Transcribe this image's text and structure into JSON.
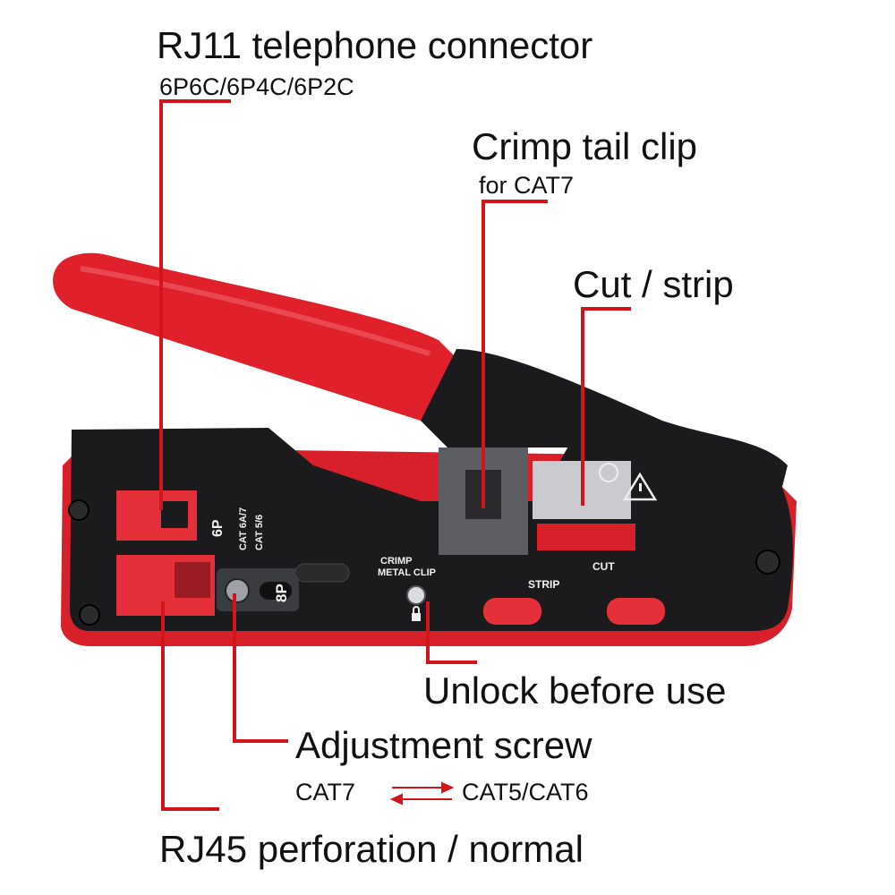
{
  "labels": {
    "rj11_title": "RJ11 telephone connector",
    "rj11_sub": "6P6C/6P4C/6P2C",
    "crimp_title": "Crimp tail clip",
    "crimp_sub": "for CAT7",
    "cut_title": "Cut / strip",
    "unlock_title": "Unlock before use",
    "adjust_title": "Adjustment screw",
    "cat7": "CAT7",
    "cat56": "CAT5/CAT6",
    "rj45_title": "RJ45 perforation / normal"
  },
  "tool_markings": {
    "six_p": "6P",
    "cat6a7": "CAT 6A/7",
    "cat56": "CAT 5/6",
    "eight_p": "8P",
    "crimp": "CRIMP",
    "metal_clip": "METAL CLIP",
    "strip": "STRIP",
    "cut": "CUT"
  },
  "colors": {
    "callout": "#d4141b",
    "handle_red": "#e0202a",
    "body_black": "#1b1b1d",
    "text": "#111111"
  },
  "icons": [
    "lock-icon",
    "warning-icon",
    "hand-icon",
    "double-arrow-icon"
  ]
}
